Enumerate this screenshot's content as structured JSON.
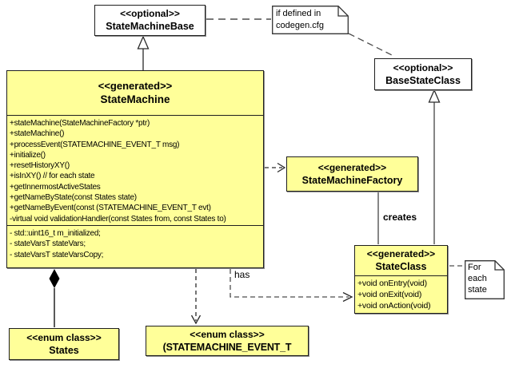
{
  "diagram": {
    "colors": {
      "generated_fill": "#ffff99",
      "optional_fill": "#ffffff",
      "border": "#1f1f1f"
    },
    "classes": {
      "state_machine_base": {
        "stereotype": "<<optional>>",
        "name": "StateMachineBase"
      },
      "base_state_class": {
        "stereotype": "<<optional>>",
        "name": "BaseStateClass"
      },
      "state_machine": {
        "stereotype": "<<generated>>",
        "name": "StateMachine",
        "methods": [
          "+stateMachine(StateMachineFactory *ptr)",
          "+stateMachine()",
          "+processEvent(STATEMACHINE_EVENT_T msg)",
          "+initialize()",
          "+resetHistoryXY()",
          "+isInXY() // for each state",
          "+getInnermostActiveStates",
          "+getNameByState(const States state)",
          "+getNameByEvent(const (STATEMACHINE_EVENT_T evt)",
          "-virtual void validationHandler(const States from, const States to)"
        ],
        "attributes": [
          "- std::uint16_t m_initialized;",
          "- stateVarsT stateVars;",
          "- stateVarsT stateVarsCopy;"
        ]
      },
      "state_machine_factory": {
        "stereotype": "<<generated>>",
        "name": "StateMachineFactory"
      },
      "state_class": {
        "stereotype": "<<generated>>",
        "name": "StateClass",
        "methods": [
          "+void onEntry(void)",
          "+void onExit(void)",
          "+void onAction(void)"
        ]
      },
      "states_enum": {
        "stereotype": "<<enum class>>",
        "name": "States"
      },
      "event_enum": {
        "stereotype": "<<enum class>>",
        "name": "(STATEMACHINE_EVENT_T"
      }
    },
    "notes": {
      "codegen": {
        "line1": "if defined in",
        "line2": "codegen.cfg"
      },
      "for_each_state": {
        "line1": "For",
        "line2": "each",
        "line3": "state"
      }
    },
    "edge_labels": {
      "creates": "creates",
      "has": "has"
    }
  }
}
